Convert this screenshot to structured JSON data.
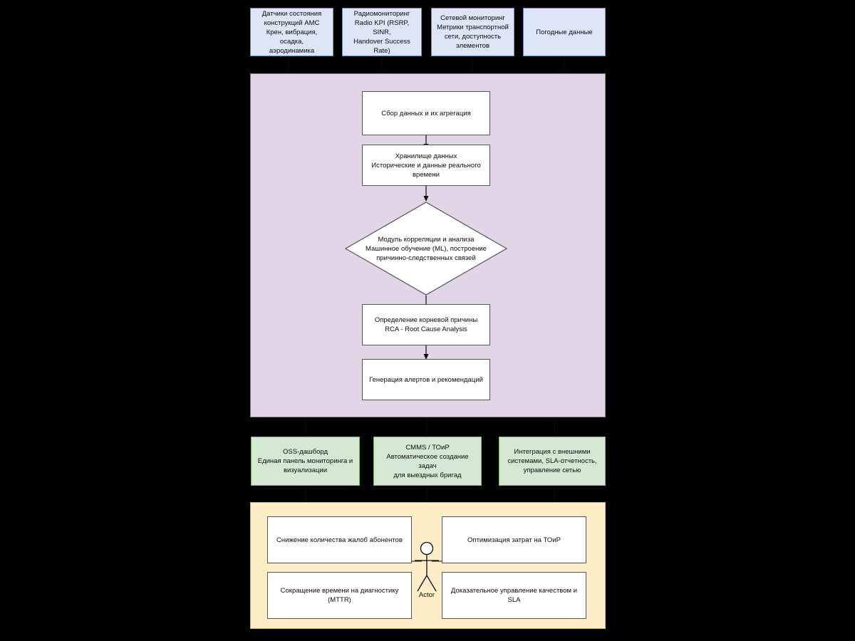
{
  "diagram": {
    "title": "AMC monitoring and RCA architecture",
    "background_color": "#000000",
    "colors": {
      "source_fill": "#dce6f7",
      "source_stroke": "#6c8ebf",
      "process_container_fill": "#e1d5e7",
      "process_container_stroke": "#9673a6",
      "process_box_fill": "#ffffff",
      "process_box_stroke": "#555555",
      "output_fill": "#d5e8d4",
      "output_stroke": "#82b366",
      "benefit_container_fill": "#fdeec8",
      "benefit_container_stroke": "#d6b656"
    }
  },
  "sources": [
    {
      "id": "sensors",
      "label": "Датчики состояния\nконструкций АМС\nКрен, вибрация, осадка,\nаэродинамика"
    },
    {
      "id": "radio",
      "label": "Радиомониторинг\nRadio KPI (RSRP, SINR,\nHandover Success Rate)"
    },
    {
      "id": "network",
      "label": "Сетевой мониторинг\nМетрики транспортной\nсети, доступность\nэлементов"
    },
    {
      "id": "weather",
      "label": "Погодные данные"
    }
  ],
  "pipeline": [
    {
      "id": "collect",
      "shape": "rect",
      "label": "Сбор данных и их агрегация"
    },
    {
      "id": "storage",
      "shape": "rect",
      "label": "Хранилище данных\nИсторические и данные реального\nвремени"
    },
    {
      "id": "analysis",
      "shape": "diamond",
      "label": "Модуль корреляции и анализа\nМашинное обучение (ML), построение\nпричинно-следственных связей"
    },
    {
      "id": "rca",
      "shape": "rect",
      "label": "Определение корневой причины\nRCA - Root Cause Analysis"
    },
    {
      "id": "alerts",
      "shape": "rect",
      "label": "Генерация алертов и рекомендаций"
    }
  ],
  "outputs": [
    {
      "id": "oss",
      "label": "OSS-дашборд\nЕдиная панель мониторинга и\nвизуализации"
    },
    {
      "id": "cmms",
      "label": "CMMS / ТОиР\nАвтоматическое создание задач\nдля выездных бригад"
    },
    {
      "id": "integration",
      "label": "Интеграция с внешними\nсистемами, SLA-отчетность,\nуправление сетью"
    }
  ],
  "benefits": {
    "items": [
      {
        "id": "complaints",
        "label": "Снижение количества жалоб абонентов"
      },
      {
        "id": "costs",
        "label": "Оптимизация затрат на ТОиР"
      },
      {
        "id": "mttr",
        "label": "Сокращение времени на диагностику (MTTR)"
      },
      {
        "id": "quality",
        "label": "Доказательное управление качеством и SLA"
      }
    ],
    "actor_label": "Actor"
  }
}
